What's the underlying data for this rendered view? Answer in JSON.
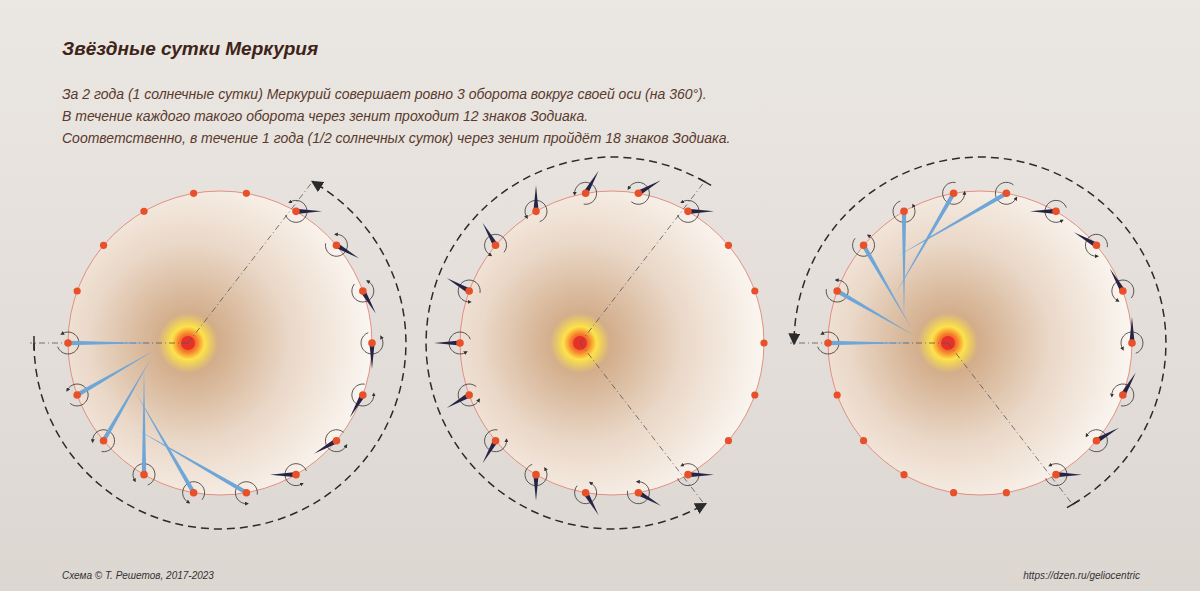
{
  "diagram": {
    "title": "Звёздные сутки Меркурия",
    "labels": [
      "За 2 года (1 солнечные сутки) Меркурий совершает ровно 3 оборота вокруг своей оси (на 360°).",
      "В течение каждого такого оборота через зенит проходит 12 знаков Зодиака.",
      "Соответственно, в течение 1 года (1/2 солнечных суток) через зенит пройдёт 18 знаков Зодиака.",
      "Схема © Т. Решетов, 2017-2023",
      "https://dzen.ru/geliocentric"
    ]
  }
}
